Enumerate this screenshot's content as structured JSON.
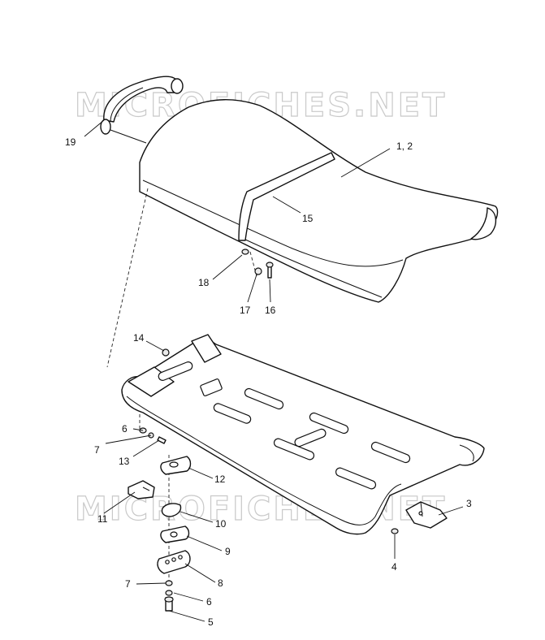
{
  "watermark": {
    "text": "MICROFICHES.NET"
  },
  "callouts": [
    "1, 2",
    "3",
    "4",
    "5",
    "6",
    "6",
    "7",
    "7",
    "8",
    "9",
    "10",
    "11",
    "12",
    "13",
    "14",
    "15",
    "16",
    "17",
    "18",
    "19"
  ]
}
